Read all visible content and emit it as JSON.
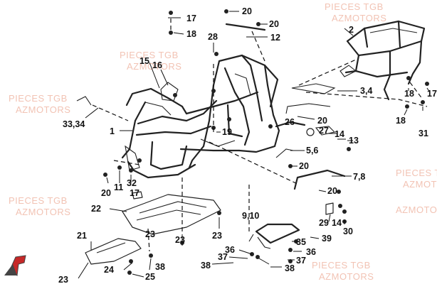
{
  "watermark": {
    "line1": "PIECES TGB",
    "line2": "AZMOTORS"
  },
  "labels": {
    "l1": "1",
    "l2": "2",
    "l34": "3,4",
    "l56": "5,6",
    "l78": "7,8",
    "l910": "9,10",
    "l11": "11",
    "l12": "12",
    "l13": "13",
    "l14a": "14",
    "l14b": "14",
    "l15": "15",
    "l16": "16",
    "l17a": "17",
    "l17b": "17",
    "l18a": "18",
    "l18b": "18",
    "l18c": "18",
    "l19": "19",
    "l20a": "20",
    "l20b": "20",
    "l20c": "20",
    "l20d": "20",
    "l20e": "20",
    "l20f": "20",
    "l21": "21",
    "l22": "22",
    "l23a": "23",
    "l23b": "23",
    "l23c": "23",
    "l23d": "23",
    "l24": "24",
    "l25": "25",
    "l26": "26",
    "l27": "27",
    "l28": "28",
    "l29": "29",
    "l30": "30",
    "l31": "31",
    "l32": "32",
    "l3334": "33,34",
    "l35": "35",
    "l36a": "36",
    "l36b": "36",
    "l37a": "37",
    "l37b": "37",
    "l38a": "38",
    "l38b": "38",
    "l39": "39"
  }
}
